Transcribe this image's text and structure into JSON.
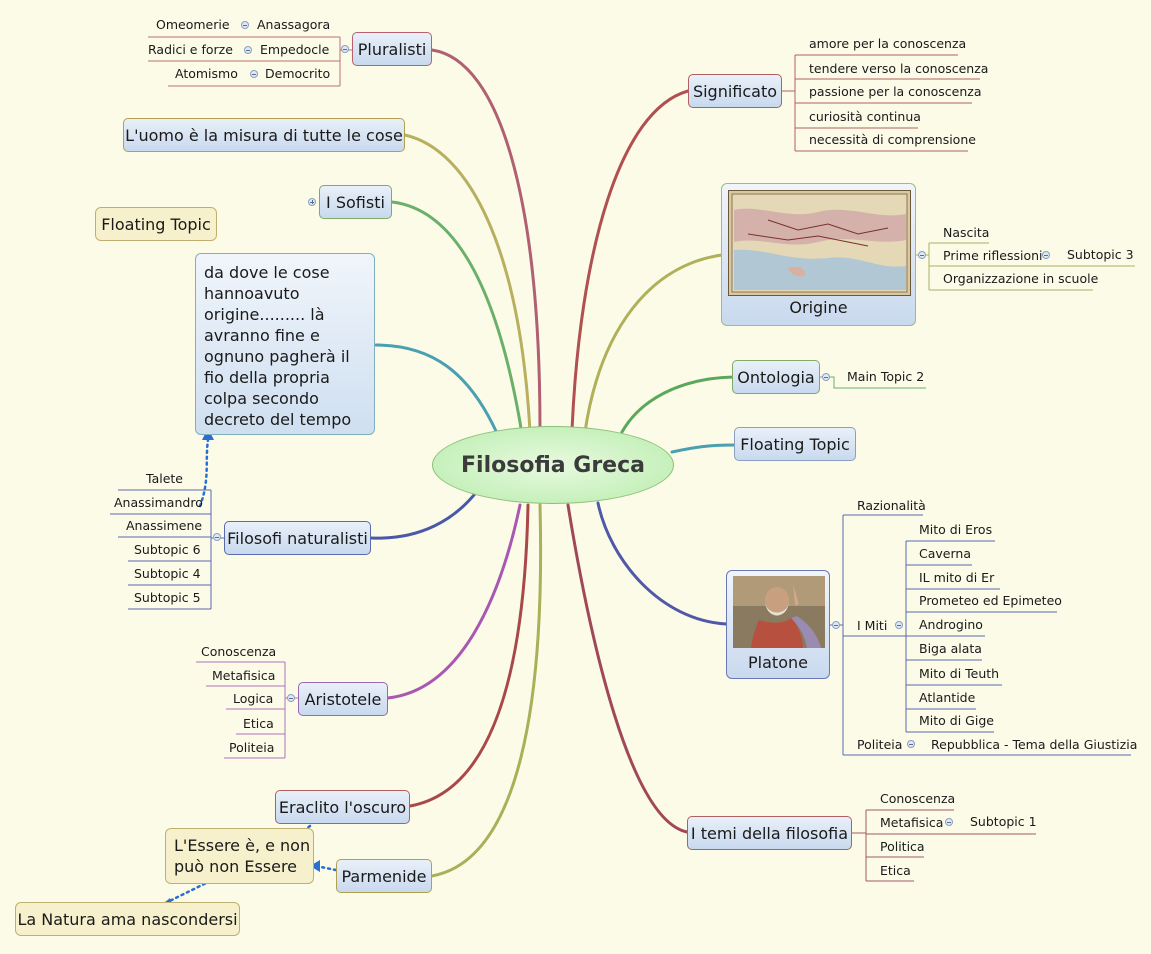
{
  "central": "Filosofia Greca",
  "pluralisti": {
    "label": "Pluralisti",
    "rows": [
      {
        "left": "Omeomerie",
        "right": "Anassagora"
      },
      {
        "left": "Radici e forze",
        "right": "Empedocle"
      },
      {
        "left": "Atomismo",
        "right": "Democrito"
      }
    ]
  },
  "uomo": "L'uomo è la misura di tutte le cose",
  "sofisti": "I Sofisti",
  "floating_left": "Floating Topic",
  "long_text": "da dove le cose hannoavuto origine......... là avranno fine e ognuno pagherà il fio della propria colpa secondo decreto del tempo",
  "naturalisti": {
    "label": "Filosofi naturalisti",
    "items": [
      "Talete",
      "Anassimandro",
      "Anassimene",
      "Subtopic 6",
      "Subtopic 4",
      "Subtopic 5"
    ]
  },
  "aristotele": {
    "label": "Aristotele",
    "items": [
      "Conoscenza",
      "Metafisica",
      "Logica",
      "Etica",
      "Politeia"
    ]
  },
  "eraclito": "Eraclito l'oscuro",
  "essere": "L'Essere è, e non può non Essere",
  "parmenide": "Parmenide",
  "natura": "La Natura ama nascondersi",
  "significato": {
    "label": "Significato",
    "items": [
      "amore per la conoscenza",
      "tendere verso la conoscenza",
      "passione per la conoscenza",
      "curiosità continua",
      "necessità di comprensione"
    ]
  },
  "origine": {
    "label": "Origine",
    "items": [
      "Nascita",
      "Prime riflessioni",
      "Organizzazione in scuole"
    ],
    "sub": "Subtopic 3"
  },
  "ontologia": {
    "label": "Ontologia",
    "sub": "Main Topic 2"
  },
  "floating_right": "Floating Topic",
  "platone": {
    "label": "Platone",
    "razionalita": "Razionalità",
    "miti_label": "I Miti",
    "miti": [
      "Mito di Eros",
      "Caverna",
      "IL mito di Er",
      "Prometeo ed Epimeteo",
      "Androgino",
      "Biga alata",
      "Mito di Teuth",
      "Atlantide",
      "Mito di Gige"
    ],
    "politeia": "Politeia",
    "politeia_sub": "Repubblica - Tema della Giustizia"
  },
  "temi": {
    "label": "I temi della filosofia",
    "items": [
      "Conoscenza",
      "Metafisica",
      "Politica",
      "Etica"
    ],
    "sub": "Subtopic 1"
  },
  "colors": {
    "background": "#fbfbe8",
    "central_fill": "#b8ecad",
    "node_fill": "#c9d9ee",
    "floating_fill": "#f6f1cc",
    "arrow": "#2a6fd0"
  }
}
